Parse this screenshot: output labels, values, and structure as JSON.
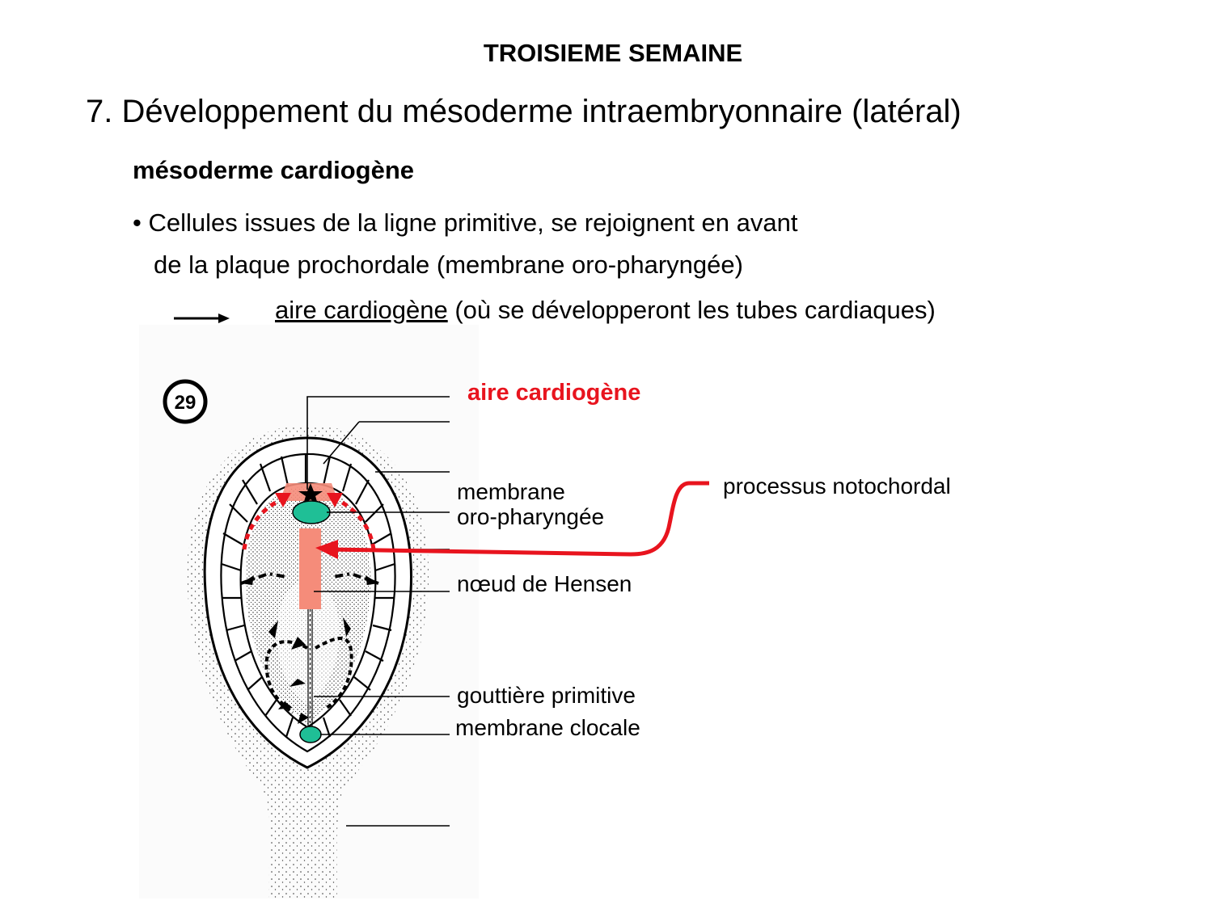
{
  "slide": {
    "title": "TROISIEME SEMAINE",
    "section_heading": "7. Développement du mésoderme intraembryonnaire (latéral)",
    "subheading": "mésoderme cardiogène",
    "bullet_line_1": "• Cellules issues de la ligne primitive, se rejoignent en avant",
    "bullet_line_2": "de la plaque prochordale (membrane oro-pharyngée)",
    "arrow_term": "aire cardiogène",
    "arrow_rest": " (où se développeront les tubes cardiaques)"
  },
  "figure": {
    "number": "29",
    "labels": {
      "aire_cardiogene": "aire cardiogène",
      "membrane_line1": "membrane",
      "membrane_line2": "oro-pharyngée",
      "processus": "processus notochordal",
      "hensen": "nœud de Hensen",
      "gouttiere": "gouttière primitive",
      "cloacale": "membrane clocale"
    },
    "colors": {
      "red_annotation": "#e8141e",
      "teal_structure": "#1fbf96",
      "salmon_structure": "#f58c7a"
    }
  }
}
